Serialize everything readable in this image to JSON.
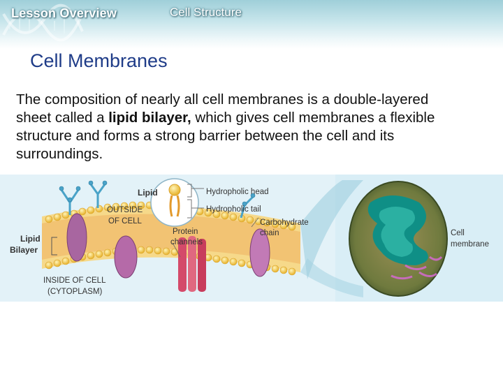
{
  "header": {
    "lesson_label": "Lesson Overview",
    "section_label": "Cell Structure"
  },
  "slide": {
    "title": "Cell Membranes",
    "body_before": "The composition of nearly all cell membranes is a double-layered sheet called a ",
    "body_bold": "lipid bilayer,",
    "body_after": " which gives cell membranes a flexible structure and forms a strong barrier between the cell and its surroundings."
  },
  "figure": {
    "labels": {
      "lipid": "Lipid",
      "hydrophilic_head": "Hydropholic head",
      "hydrophilic_tail": "Hydropholic tail",
      "outside_1": "OUTSIDE",
      "outside_2": "OF CELL",
      "carb_1": "Carbohydrate",
      "carb_2": "chain",
      "protein_1": "Protein",
      "protein_2": "channels",
      "bilayer_1": "Lipid",
      "bilayer_2": "Bilayer",
      "inside_1": "INSIDE OF CELL",
      "inside_2": "(CYTOPLASM)",
      "cellmem_1": "Cell",
      "cellmem_2": "membrane"
    },
    "colors": {
      "background": "#d9eef6",
      "lipid_head": "#f2c94c",
      "lipid_tail": "#e39a2c",
      "protein": "#b56aa8",
      "channel": "#d44a6a",
      "carbohydrate": "#4aa3c8",
      "cell_green": "#0f8f86",
      "cell_body": "#7c8a4a"
    }
  }
}
